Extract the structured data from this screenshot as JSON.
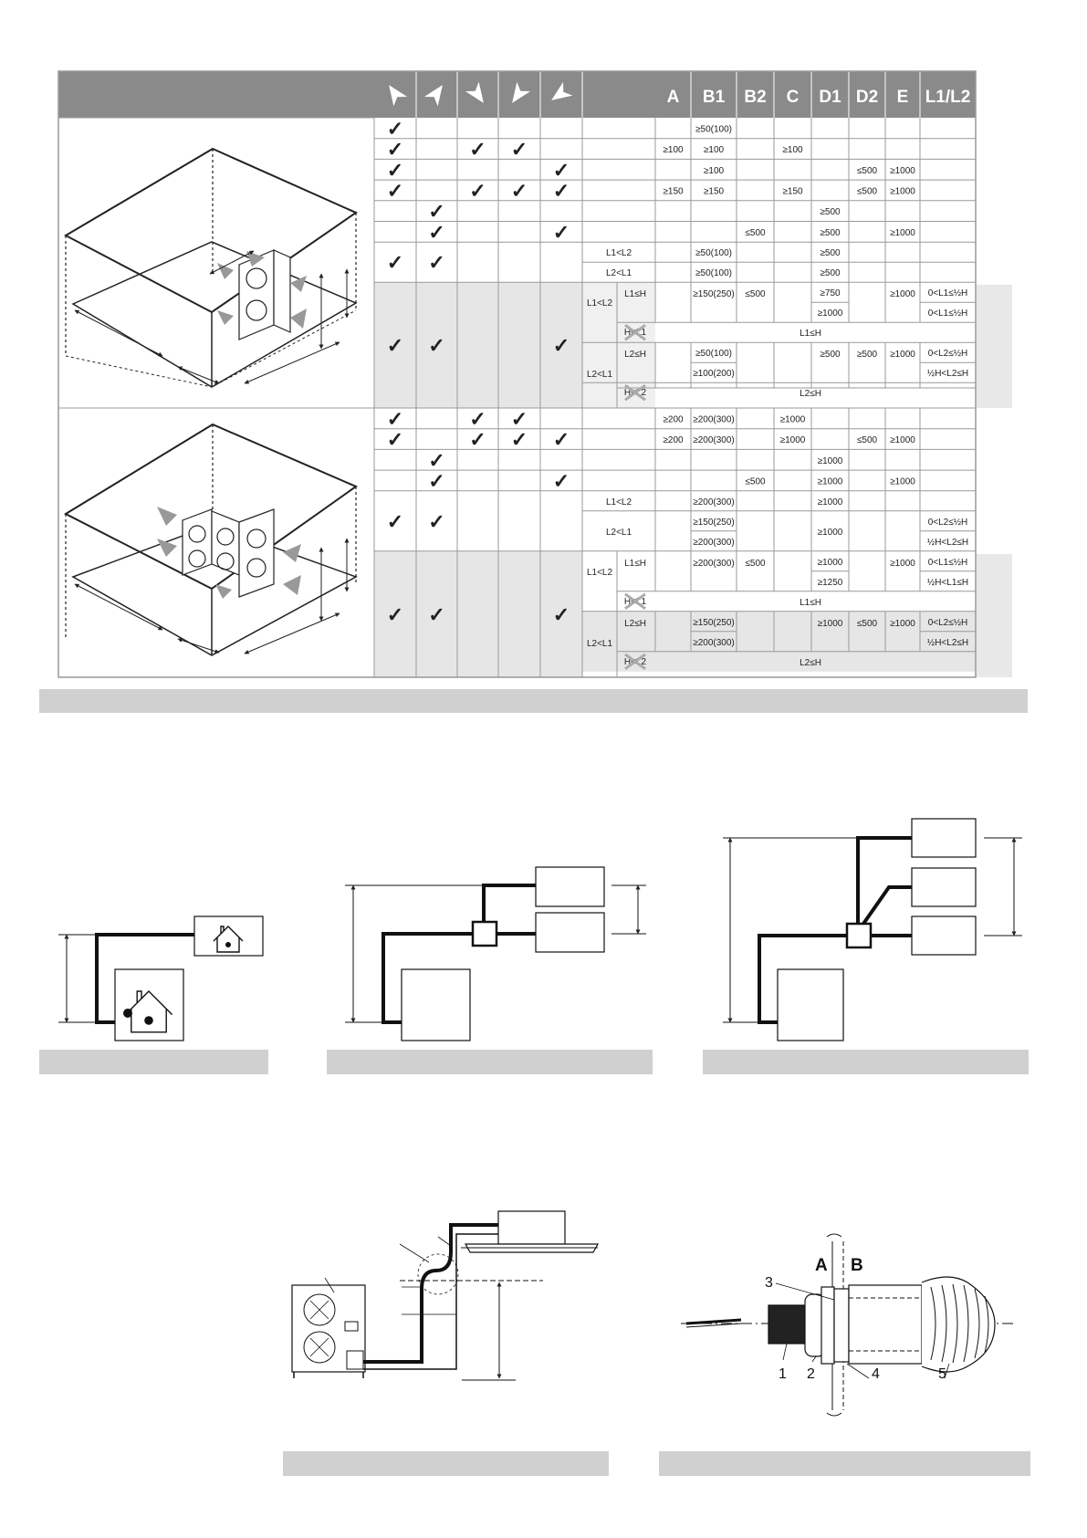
{
  "table": {
    "columns": [
      "A",
      "B1",
      "B2",
      "C",
      "D1",
      "D2",
      "E",
      "L1/L2"
    ],
    "check": "✓",
    "block1": {
      "rows": [
        {
          "checks": [
            1,
            0,
            0,
            0,
            0
          ],
          "B1": "≥50(100)"
        },
        {
          "checks": [
            1,
            0,
            1,
            1,
            0
          ],
          "A": "≥100",
          "B1": "≥100",
          "C": "≥100"
        },
        {
          "checks": [
            1,
            0,
            0,
            0,
            1
          ],
          "B1": "≥100",
          "D2": "≤500",
          "E": "≥1000"
        },
        {
          "checks": [
            1,
            0,
            1,
            1,
            1
          ],
          "A": "≥150",
          "B1": "≥150",
          "C": "≥150",
          "D2": "≤500",
          "E": "≥1000"
        },
        {
          "checks": [
            0,
            1,
            0,
            0,
            0
          ],
          "D1": "≥500"
        },
        {
          "checks": [
            0,
            1,
            0,
            0,
            1
          ],
          "B2": "≤500",
          "D1": "≥500",
          "E": "≥1000"
        }
      ],
      "pair": {
        "conds": [
          "L1<L2",
          "L2<L1"
        ],
        "B1": [
          "≥50(100)",
          "≥50(100)"
        ],
        "D1": [
          "≥500",
          "≥500"
        ]
      },
      "grid": {
        "g1": "L1<L2",
        "g1a": "L1≤H",
        "g1b": "H<L1",
        "g1b_span": "L1≤H",
        "B1": "≥150(250)",
        "B2": "≤500",
        "D1a": "≥750",
        "D1b": "≥1000",
        "E": "≥1000",
        "L1L2a": "0<L1≤½H",
        "L1L2b": "0<L1≤½H",
        "g2": "L2<L1",
        "g2a": "L2≤H",
        "g2b": "H<L2",
        "g2b_span": "L2≤H",
        "B1a": "≥50(100)",
        "B1b": "≥100(200)",
        "D1c": "≥500",
        "D2c": "≥500",
        "Ec": "≥1000",
        "L1L2c": "0<L2≤½H",
        "L1L2d": "½H<L2≤H"
      }
    },
    "block2": {
      "rows": [
        {
          "checks": [
            1,
            0,
            1,
            1,
            0
          ],
          "A": "≥200",
          "B1": "≥200(300)",
          "C": "≥1000"
        },
        {
          "checks": [
            1,
            0,
            1,
            1,
            1
          ],
          "A": "≥200",
          "B1": "≥200(300)",
          "C": "≥1000",
          "D2": "≤500",
          "E": "≥1000"
        },
        {
          "checks": [
            0,
            1,
            0,
            0,
            0
          ],
          "D1": "≥1000"
        },
        {
          "checks": [
            0,
            1,
            0,
            0,
            1
          ],
          "B2": "≤500",
          "D1": "≥1000",
          "E": "≥1000"
        }
      ],
      "triple": {
        "c1": "L1<L2",
        "c1_B1": "≥200(300)",
        "c1_D1": "≥1000",
        "c2": "L2<L1",
        "c2_B1a": "≥150(250)",
        "c2_B1b": "≥200(300)",
        "c2_D1": "≥1000",
        "c2_L1L2a": "0<L2≤½H",
        "c2_L1L2b": "½H<L2≤H"
      },
      "grid": {
        "g1": "L1<L2",
        "g1a": "L1≤H",
        "g1b": "H<L1",
        "g1b_span": "L1≤H",
        "B1": "≥200(300)",
        "B2": "≤500",
        "D1a": "≥1000",
        "D1b": "≥1250",
        "E": "≥1000",
        "L1L2a": "0<L1≤½H",
        "L1L2b": "½H<L1≤H",
        "g2": "L2<L1",
        "g2a": "L2≤H",
        "g2b": "H<L2",
        "g2b_span": "L2≤H",
        "B1a": "≥150(250)",
        "B1b": "≥200(300)",
        "D1c": "≥1000",
        "D2c": "≤500",
        "Ec": "≥1000",
        "L1L2c": "0<L2≤½H",
        "L1L2d": "½H<L2≤H"
      }
    }
  },
  "detail": {
    "label_a": "A",
    "label_b": "B",
    "num1": "1",
    "num2": "2",
    "num3": "3",
    "num4": "4",
    "num5": "5"
  },
  "colors": {
    "band": "#d0d0d0",
    "header": "#8a8a8a",
    "grid": "#999999",
    "shade": "#e6e6e6",
    "ink": "#111111"
  }
}
